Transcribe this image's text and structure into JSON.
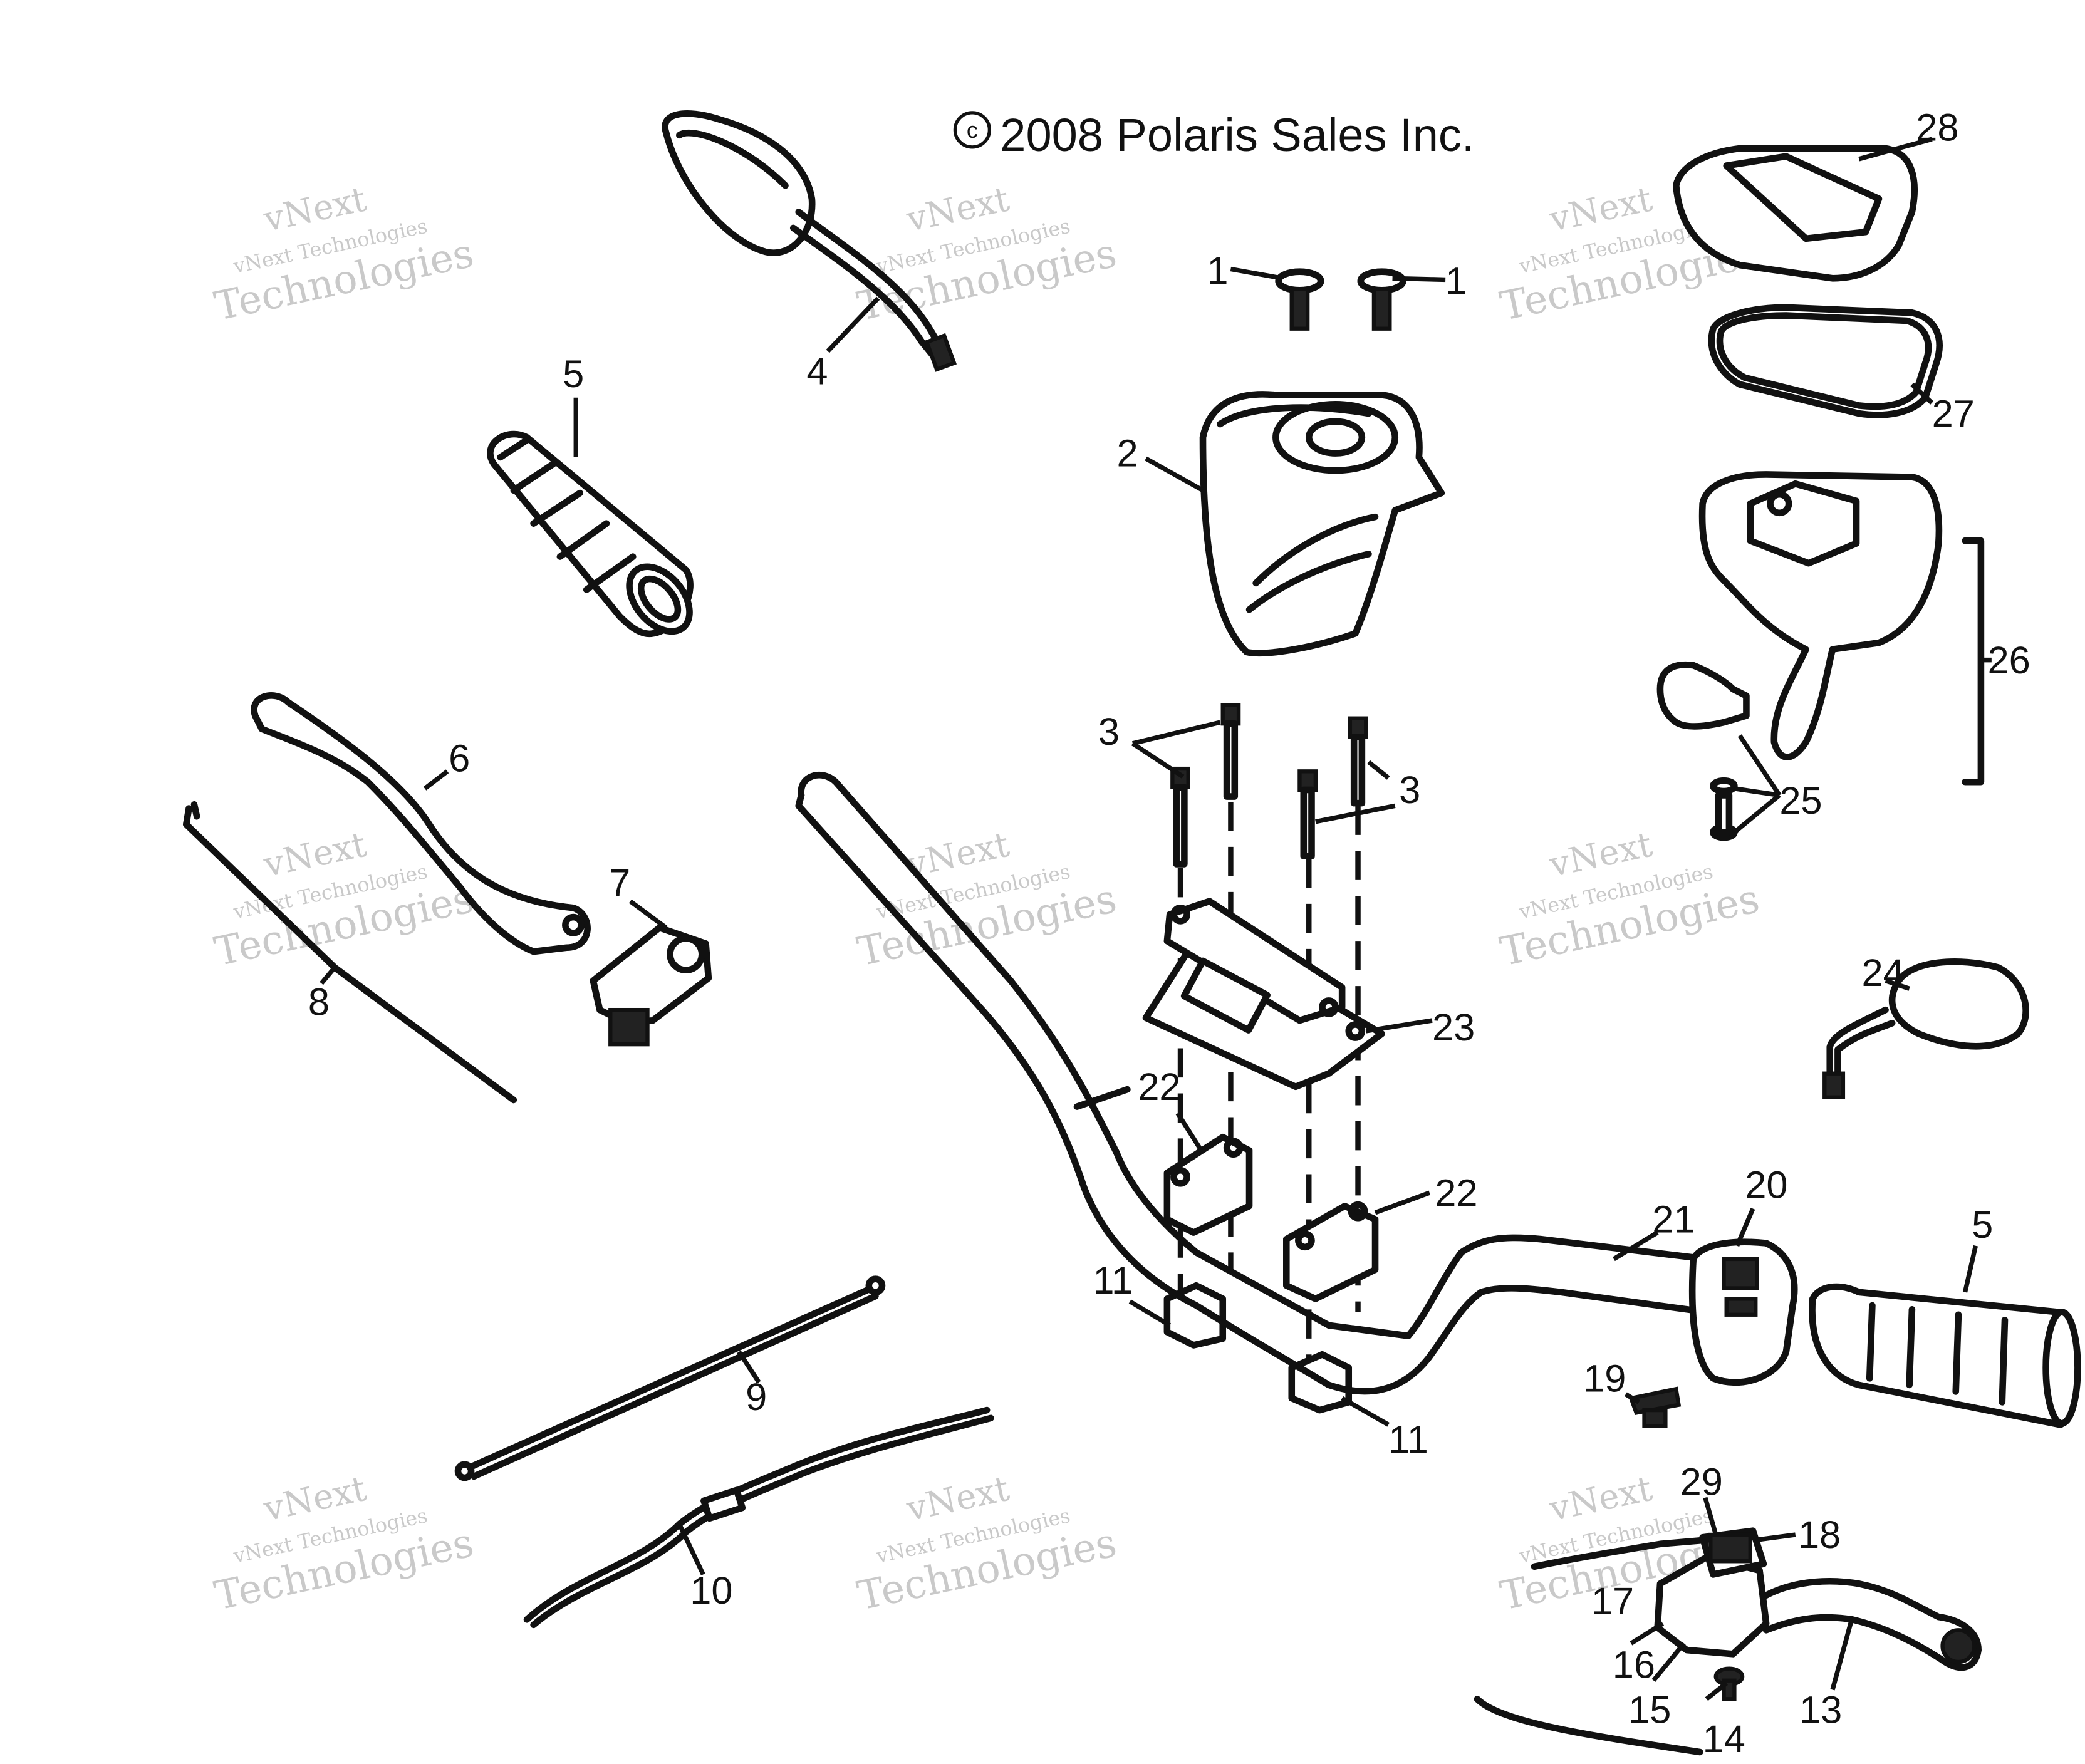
{
  "copyright": "2008 Polaris Sales Inc.",
  "copyright_symbol": "c",
  "watermark": {
    "line1": "vNext",
    "line2": "vNext Technologies",
    "line3": "Technologies"
  },
  "callouts": {
    "c1a": "1",
    "c1b": "1",
    "c2": "2",
    "c3a": "3",
    "c3b": "3",
    "c4": "4",
    "c5a": "5",
    "c5b": "5",
    "c6": "6",
    "c7": "7",
    "c8": "8",
    "c9": "9",
    "c10": "10",
    "c11a": "11",
    "c11b": "11",
    "c13": "13",
    "c14": "14",
    "c15": "15",
    "c16": "16",
    "c17": "17",
    "c18": "18",
    "c19": "19",
    "c20": "20",
    "c21": "21",
    "c22a": "22",
    "c22b": "22",
    "c23": "23",
    "c24": "24",
    "c25": "25",
    "c26": "26",
    "c27": "27",
    "c28": "28",
    "c29": "29"
  },
  "colors": {
    "line": "#111111",
    "watermark": "#c9c9c9",
    "background": "#ffffff"
  }
}
